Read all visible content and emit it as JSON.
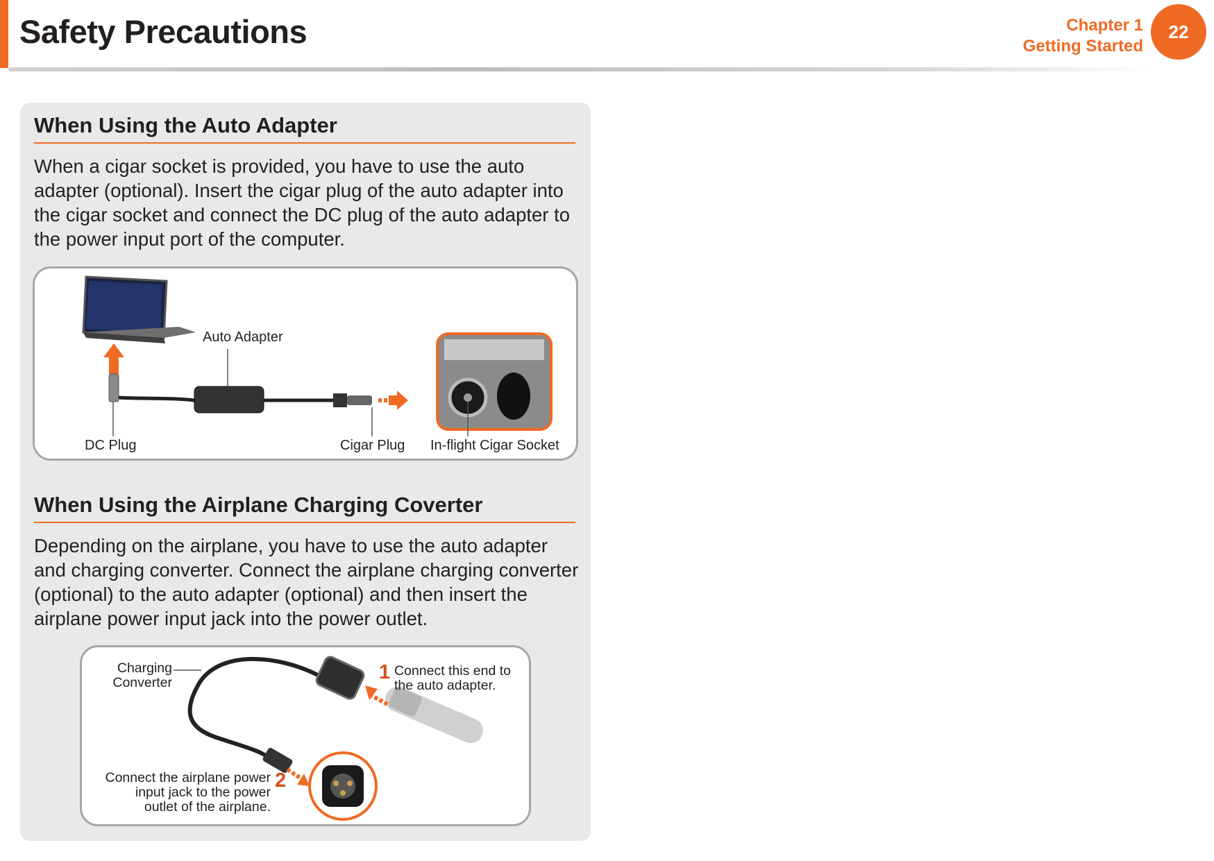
{
  "header": {
    "title": "Safety Precautions",
    "chapter": "Chapter 1",
    "chapter_title": "Getting Started",
    "page_number": "22",
    "accent_color": "#ef6b24"
  },
  "sections": [
    {
      "heading": "When Using the Auto Adapter",
      "body": "When a cigar socket is provided, you have to use the auto adapter (optional). Insert the cigar plug of the auto adapter into the cigar socket and connect the DC plug of the auto adapter to the power input port of the computer.",
      "figure": {
        "labels": {
          "auto_adapter": "Auto Adapter",
          "dc_plug": "DC Plug",
          "cigar_plug": "Cigar Plug",
          "socket": "In-flight Cigar Socket"
        }
      }
    },
    {
      "heading": "When Using the Airplane Charging Coverter",
      "body": "Depending on the airplane, you have to use the auto adapter and charging converter. Connect the airplane charging converter (optional) to the auto adapter (optional) and then insert the airplane power input jack into the power outlet.",
      "figure": {
        "converter_label_1": "Charging",
        "converter_label_2": "Converter",
        "step1_num": "1",
        "step1_line1": "Connect this end to",
        "step1_line2": "the auto adapter.",
        "step2_num": "2",
        "step2_line1": "Connect the airplane power",
        "step2_line2": "input jack to the power",
        "step2_line3": "outlet of the airplane."
      }
    }
  ]
}
